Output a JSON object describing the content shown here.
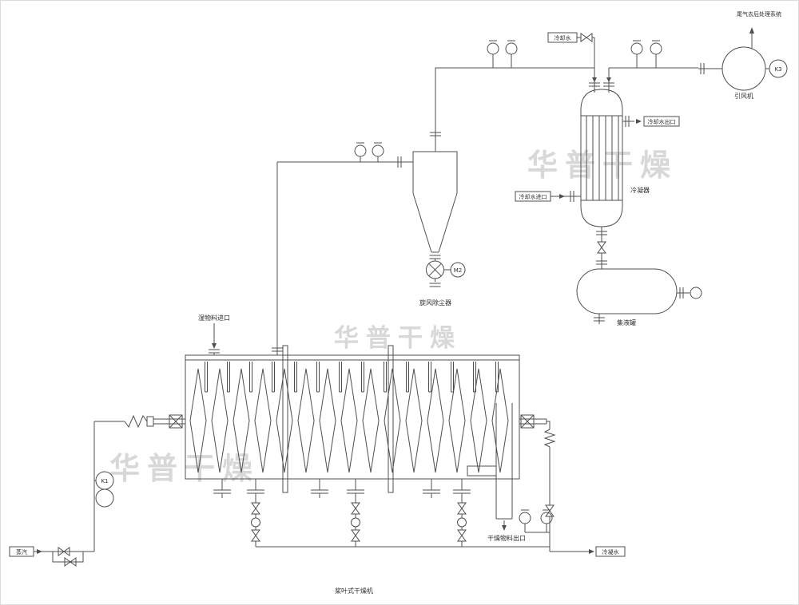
{
  "page": {
    "watermark": "华普干燥",
    "drawing_title": "桨叶式干燥机"
  },
  "labels": {
    "exhaust": "尾气去后处理系统",
    "fan": "引风机",
    "fan_motor": "K3",
    "top_water": "冷却水",
    "cooling_water_out": "冷却水出口",
    "cooling_water_in": "冷却水进口",
    "condenser": "冷凝器",
    "cyclone": "旋风除尘器",
    "cyclone_motor": "M2",
    "tank": "集液罐",
    "wet_material_inlet": "湿物料进口",
    "dry_material_outlet": "干燥物料出口",
    "steam": "蒸汽",
    "condensate": "冷凝水",
    "dryer_motor": "K1"
  }
}
